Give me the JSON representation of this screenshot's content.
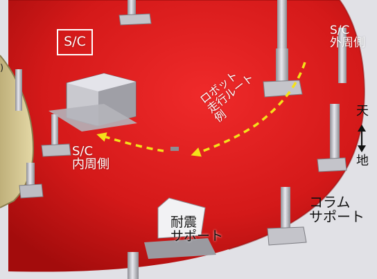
{
  "labels": {
    "sc_box": "S/C",
    "sc_outer": "S/C\n外周側",
    "sc_inner": "S/C\n内周側",
    "robot_route": "ロボット\n走行ルート\n例",
    "seismic_support": "耐震\nサポート",
    "column_support": "コラム\nサポート",
    "vertical_top": "天",
    "vertical_bottom": "地",
    "edge_mark": ")"
  },
  "colors": {
    "vessel_red": "#d81e1e",
    "route_dashes": "#f4e11a",
    "background": "#e6e6ea",
    "support_gray": "#c8c8cc",
    "wall_tan": "#d9c98c"
  }
}
